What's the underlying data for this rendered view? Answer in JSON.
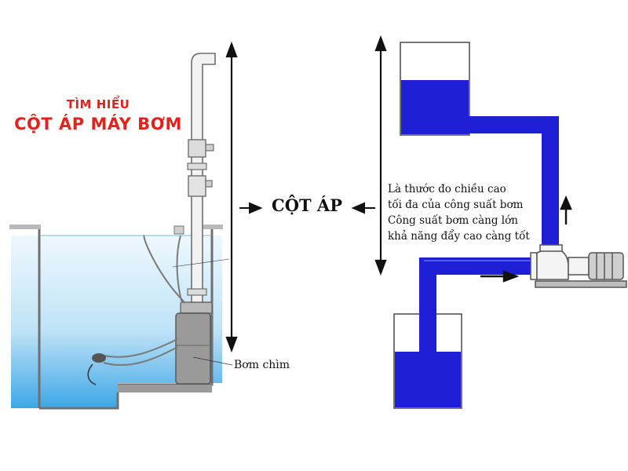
{
  "title": {
    "line1": "TÌM HIỂU",
    "line2": "CỘT ÁP MÁY BƠM"
  },
  "center_label": "CỘT ÁP",
  "pump_label": "Bơm chìm",
  "description": {
    "lines": [
      "Là thước đo chiều cao",
      "tối đa của công suất bơm",
      "Công suất bơm càng lớn",
      "khả năng đẩy cao càng tốt"
    ]
  },
  "colors": {
    "title": "#e0231c",
    "pipe_blue": "#1f1fd6",
    "water_light": "#bfe3f7",
    "water_deep": "#3ea6e6",
    "text": "#111111"
  }
}
